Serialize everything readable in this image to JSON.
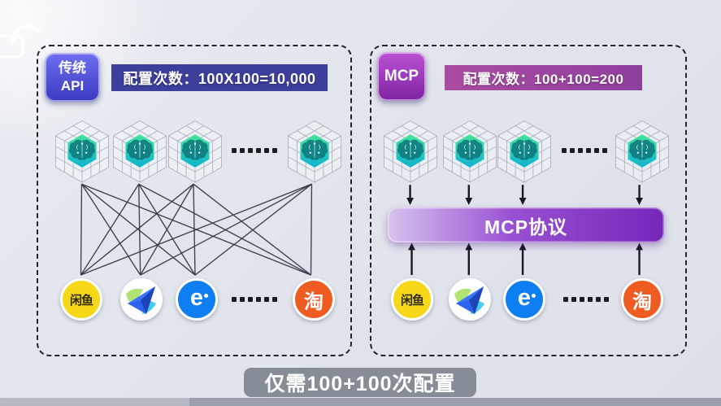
{
  "left_panel": {
    "badge_line1": "传统",
    "badge_line2": "API",
    "config_label": "配置次数：100X100=10,000"
  },
  "right_panel": {
    "badge_label": "MCP",
    "config_label": "配置次数：100+100=200",
    "protocol_label": "MCP协议"
  },
  "caption": "仅需100+100次配置",
  "apps": {
    "xianyu_label": "闲鱼",
    "eleme_label": "e",
    "taobao_label": "淘"
  },
  "icons": {
    "model_cube": "ai-brain-cube-icon",
    "app_1": "xianyu-app-icon",
    "app_2": "feishu-app-icon",
    "app_3": "eleme-app-icon",
    "app_4": "taobao-app-icon",
    "corner": "undo-arrow-icon",
    "ellipsis": "six-dots-ellipsis"
  },
  "colors": {
    "background": "#e2e5ec",
    "panel_border": "#232329",
    "trad_badge_top": "#6f6ff2",
    "trad_badge_bottom": "#3a3ac0",
    "trad_bar": "#3c3f9b",
    "mcp_badge_top": "#bb52d4",
    "mcp_badge_bottom": "#7e23a2",
    "mcp_bar_left": "#ab4ba3",
    "mcp_bar_right": "#8e3f9e",
    "protocol_bar_left": "#d7c3ef",
    "protocol_bar_mid": "#9950d2",
    "protocol_bar_right": "#7527b9",
    "mesh_line": "#343b49",
    "arrow": "#17171c",
    "caption_bg": "#878d97",
    "cube_stroke": "#a6adbb",
    "cube_green_top": "#45e49a",
    "cube_green_bottom": "#10b2d0",
    "brain": "#0b6f78",
    "xianyu_bg": "#f6d818",
    "xianyu_text": "#2f2a16",
    "eleme_bg": "#0d7ff2",
    "taobao_bg": "#ee5c22",
    "strip_left": "#b6bac3",
    "strip_right": "#9aa0ab"
  }
}
